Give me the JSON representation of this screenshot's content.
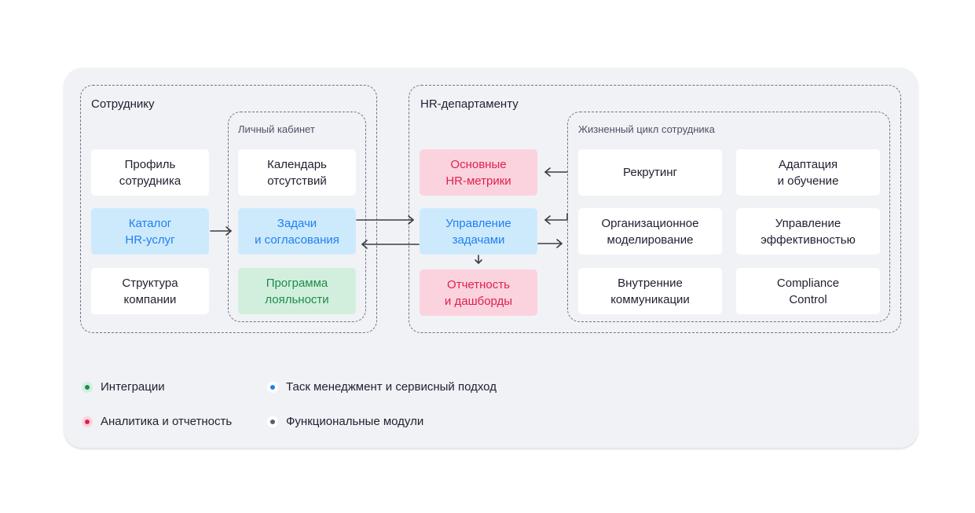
{
  "groups": {
    "employee": {
      "title": "Сотруднику",
      "cards": [
        {
          "label": "Профиль\nсотрудника",
          "category": "functional"
        },
        {
          "label": "Каталог\nHR-услуг",
          "category": "task"
        },
        {
          "label": "Структура\nкомпании",
          "category": "functional"
        }
      ],
      "personal_cabinet": {
        "title": "Личный кабинет",
        "cards": [
          {
            "label": "Календарь\nотсутствий",
            "category": "functional"
          },
          {
            "label": "Задачи\nи согласования",
            "category": "task"
          },
          {
            "label": "Программа\nлояльности",
            "category": "integrations"
          }
        ]
      }
    },
    "hr": {
      "title": "HR-департаменту",
      "cards": [
        {
          "label": "Основные\nHR-метрики",
          "category": "analytics"
        },
        {
          "label": "Управление\nзадачами",
          "category": "task"
        },
        {
          "label": "Отчетность\nи дашборды",
          "category": "analytics"
        }
      ],
      "lifecycle": {
        "title": "Жизненный цикл сотрудника",
        "cards": [
          {
            "label": "Рекрутинг",
            "category": "functional"
          },
          {
            "label": "Адаптация\nи обучение",
            "category": "functional"
          },
          {
            "label": "Организационное\nмоделирование",
            "category": "functional"
          },
          {
            "label": "Управление\nэффективностью",
            "category": "functional"
          },
          {
            "label": "Внутренние\nкоммуникации",
            "category": "functional"
          },
          {
            "label": "Compliance\nControl",
            "category": "functional"
          }
        ]
      }
    }
  },
  "arrows": [
    {
      "from": "Каталог HR-услуг",
      "to": "Задачи и согласования"
    },
    {
      "from": "Задачи и согласования",
      "to": "Управление задачами"
    },
    {
      "from": "Управление задачами",
      "to": "Задачи и согласования"
    },
    {
      "from": "Жизненный цикл сотрудника",
      "to": "Основные HR-метрики"
    },
    {
      "from": "Жизненный цикл сотрудника",
      "to": "Управление задачами"
    },
    {
      "from": "Управление задачами",
      "to": "Жизненный цикл сотрудника"
    },
    {
      "from": "Управление задачами",
      "to": "Отчетность и дашборды"
    }
  ],
  "legend": [
    {
      "label": "Интеграции",
      "color": "#1d8c46",
      "halo": "#d2efde"
    },
    {
      "label": "Таск менеджмент и сервисный подход",
      "color": "#1f7ff2",
      "halo": "#ffffff"
    },
    {
      "label": "Аналитика и отчетность",
      "color": "#e0204f",
      "halo": "#fbd3de"
    },
    {
      "label": "Функциональные модули",
      "color": "#5a5e6e",
      "halo": "#ffffff"
    }
  ],
  "colors": {
    "panel_bg": "#f1f2f6",
    "dash": "#6f7382",
    "arrow": "#3a3c44"
  }
}
